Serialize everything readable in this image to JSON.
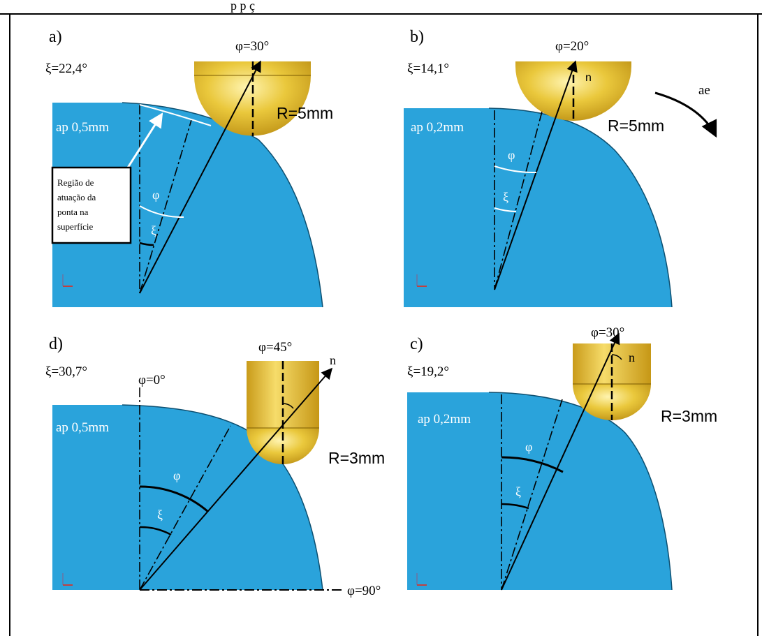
{
  "header": {
    "caption_fragment": "p          p       ç"
  },
  "colors": {
    "workpiece": "#2aa3db",
    "tool_gold": "#e9c233",
    "outline": "#000000",
    "white": "#ffffff"
  },
  "panels": {
    "a": {
      "letter": "a)",
      "xi": "ξ=22,4°",
      "phi_top": "φ=30°",
      "ap": "ap 0,5mm",
      "radius": "R=5mm",
      "phi_arc": "φ",
      "xi_arc": "ξ",
      "callout": [
        "Região de",
        "atuação da",
        "ponta na",
        "superfície"
      ]
    },
    "b": {
      "letter": "b)",
      "xi": "ξ=14,1°",
      "phi_top": "φ=20°",
      "ap": "ap 0,2mm",
      "radius": "R=5mm",
      "normal": "n",
      "feed": "ae",
      "phi_arc": "φ",
      "xi_arc": "ξ"
    },
    "d": {
      "letter": "d)",
      "xi": "ξ=30,7°",
      "phi_top": "φ=45°",
      "phi_zero": "φ=0°",
      "phi_ninety": "φ=90°",
      "ap": "ap 0,5mm",
      "radius": "R=3mm",
      "normal": "n",
      "phi_arc": "φ",
      "xi_arc": "ξ"
    },
    "c": {
      "letter": "c)",
      "xi": "ξ=19,2°",
      "phi_top": "φ=30°",
      "ap": "ap 0,2mm",
      "radius": "R=3mm",
      "normal": "n",
      "phi_arc": "φ",
      "xi_arc": "ξ"
    }
  }
}
